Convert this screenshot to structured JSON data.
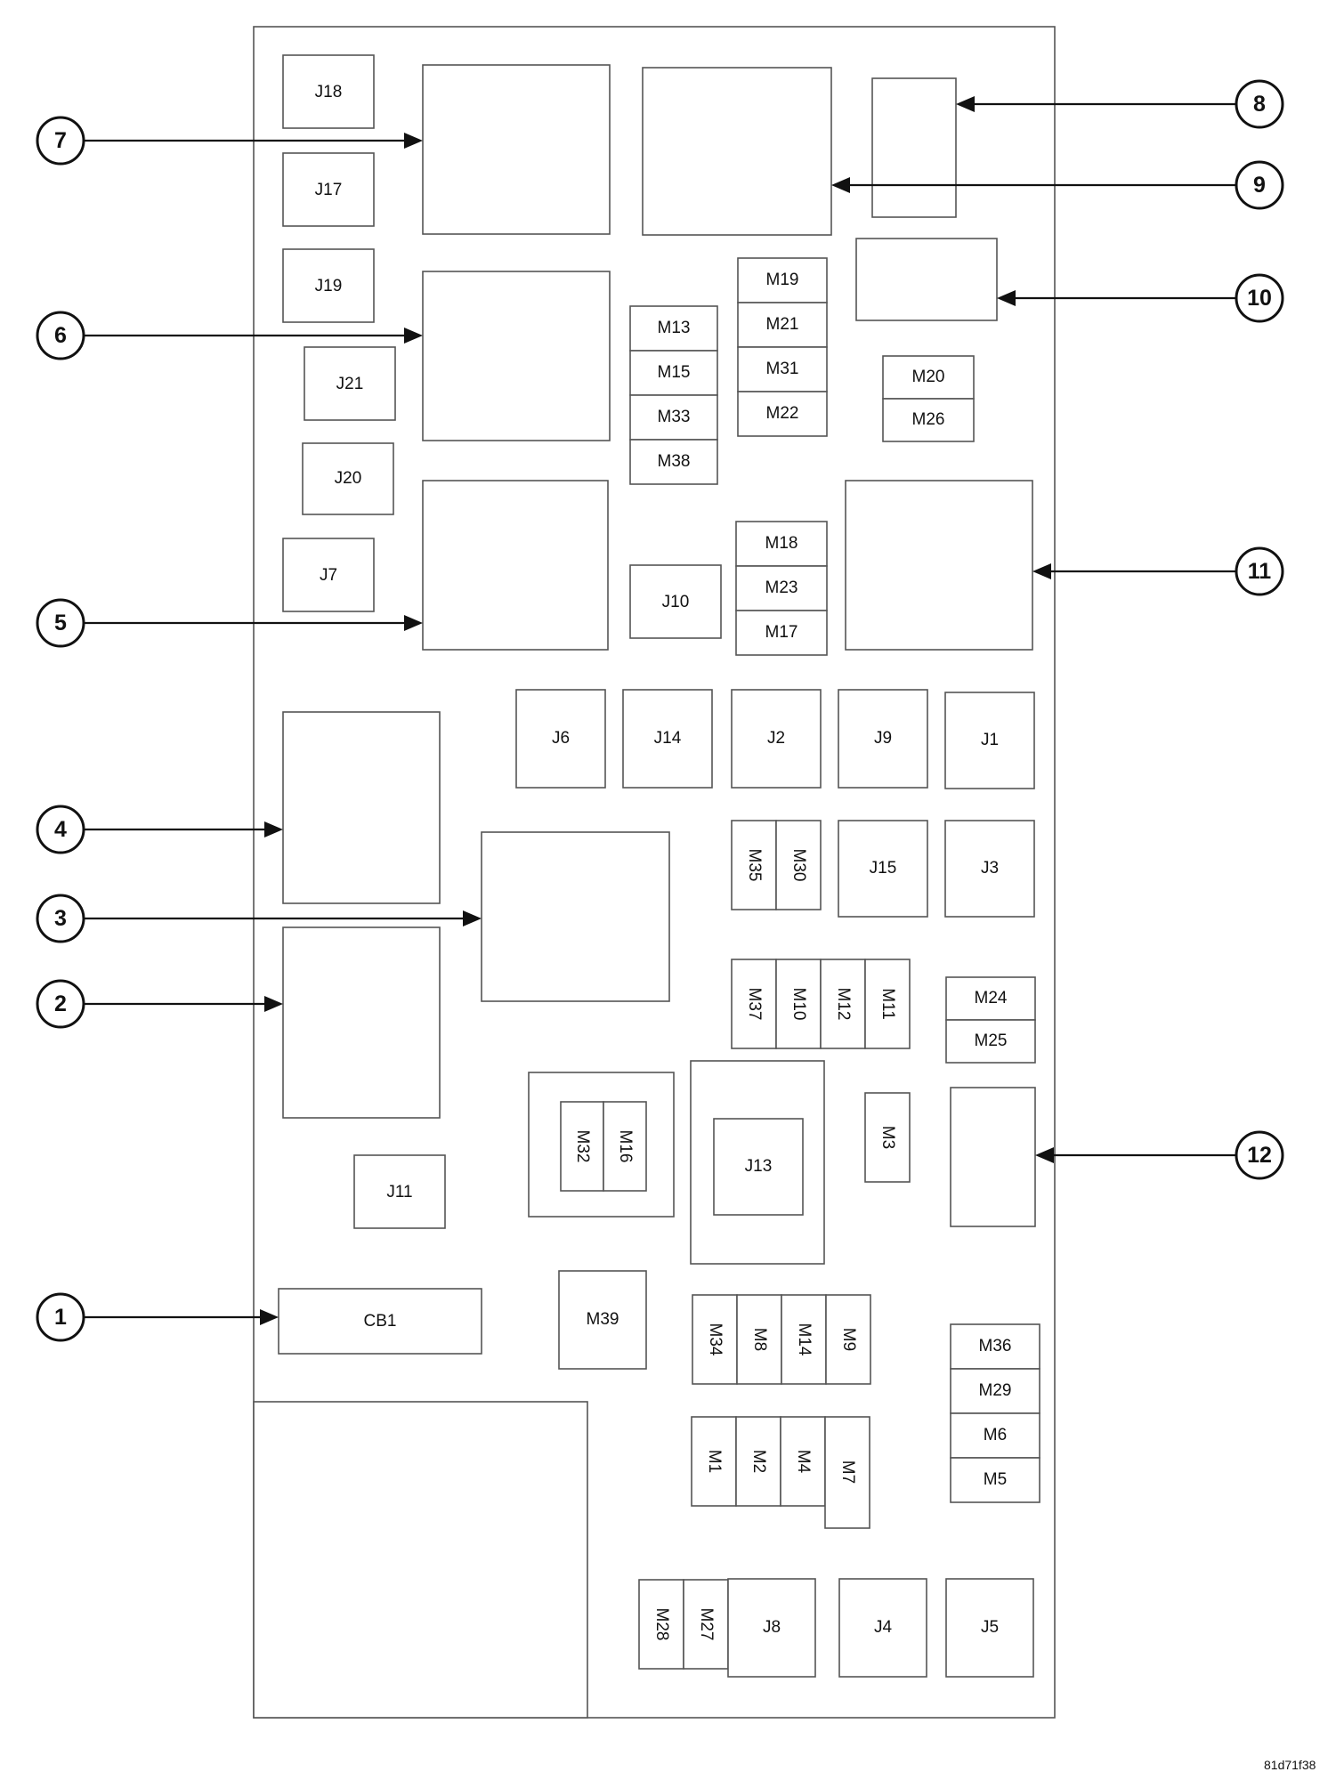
{
  "figure_id": "81d71f38",
  "callouts": [
    "1",
    "2",
    "3",
    "4",
    "5",
    "6",
    "7",
    "8",
    "9",
    "10",
    "11",
    "12"
  ],
  "components": {
    "J18": "J18",
    "J17": "J17",
    "J19": "J19",
    "J21": "J21",
    "J20": "J20",
    "J7": "J7",
    "M13": "M13",
    "M15": "M15",
    "M33": "M33",
    "M38": "M38",
    "M19": "M19",
    "M21": "M21",
    "M31": "M31",
    "M22": "M22",
    "M20": "M20",
    "M26": "M26",
    "M18": "M18",
    "M23": "M23",
    "M17": "M17",
    "J10": "J10",
    "J6": "J6",
    "J14": "J14",
    "J2": "J2",
    "J9": "J9",
    "J1": "J1",
    "M35": "M35",
    "M30": "M30",
    "J15": "J15",
    "J3": "J3",
    "M37": "M37",
    "M10": "M10",
    "M12": "M12",
    "M11": "M11",
    "M24": "M24",
    "M25": "M25",
    "M32": "M32",
    "M16": "M16",
    "J13": "J13",
    "M3": "M3",
    "J11": "J11",
    "CB1": "CB1",
    "M39": "M39",
    "M34": "M34",
    "M8": "M8",
    "M14": "M14",
    "M9": "M9",
    "M36": "M36",
    "M29": "M29",
    "M6": "M6",
    "M5": "M5",
    "M1": "M1",
    "M2": "M2",
    "M4": "M4",
    "M7": "M7",
    "M28": "M28",
    "M27": "M27",
    "J8": "J8",
    "J4": "J4",
    "J5": "J5"
  }
}
